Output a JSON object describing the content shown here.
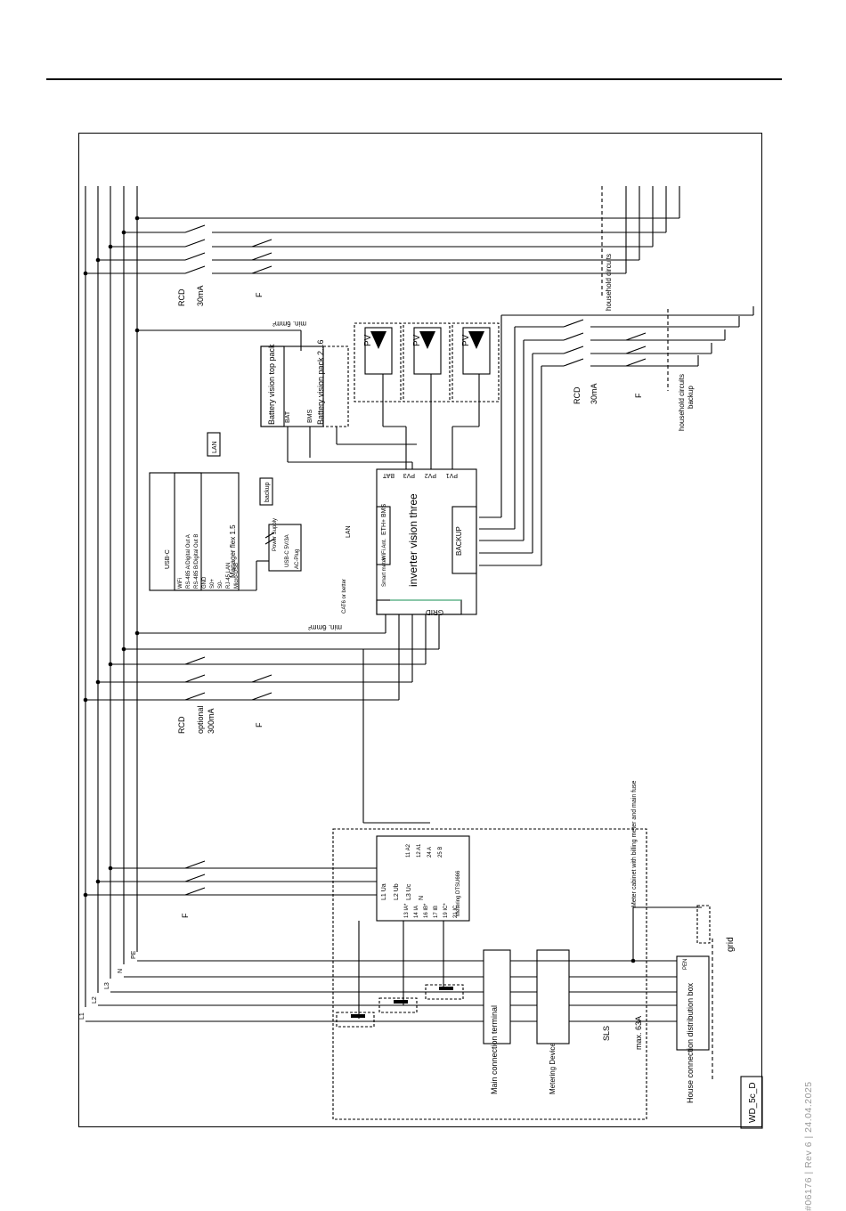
{
  "sheet_id": "WD_5c_D",
  "footer": "#06176 | Rev 6 | 24.04.2025",
  "labels": {
    "rcd": "RCD",
    "rcd_30ma": "30mA",
    "rcd_optional": "optional",
    "rcd_300ma": "300mA",
    "fuse": "F",
    "household_circuits": "household circuits",
    "household_circuits_backup_1": "household circuits",
    "household_circuits_backup_2": "backup",
    "min_6mm": "min. 6mm²",
    "battery_top": "Battery vision top pack",
    "battery_pack": "Battery vision pack 2...6",
    "pv": "PV",
    "inverter": "inverter vision three",
    "backup": "BACKUP",
    "grid_port": "GRID",
    "bat": "BAT",
    "pv1": "PV1",
    "pv2": "PV2",
    "pv3": "PV3",
    "bms": "BMS",
    "eth": "ETH+",
    "wifi_ant": "WiFi Ant.",
    "smart_meter": "Smart meter",
    "lan": "LAN",
    "backup_box": "backup",
    "cat_cable": "CAT6 or better",
    "manager": "Manager flex 1.5",
    "usb_c": "USB-C",
    "power_supply": "Power Supply",
    "usb_c_5v": "USB-C 5V/3A",
    "ac_plug": "AC-Plug",
    "metering": "Metering DTSU666",
    "meter_cabinet": "Meter cabinet with billing meter and main fuse",
    "main_terminal": "Main connection terminal",
    "metering_device": "Metering Device",
    "house_box": "House connection distribution box",
    "grid": "grid",
    "sls": "SLS",
    "max_63a": "max. 63A",
    "pe": "PE",
    "n": "N",
    "l1": "L1",
    "l2": "L2",
    "l3": "L3",
    "pen": "PEN"
  },
  "manager_ports": [
    "WiFi",
    "RS-485 A/Digital Out A",
    "RS-485 B/Digital Out B",
    "GND",
    "S0+",
    "S0-",
    "RJ-45 LAN",
    "Micro-USB"
  ],
  "meter_terminals_top": [
    "11 A2",
    "12 A1",
    "24 A",
    "25 B"
  ],
  "meter_terminals_bottom": [
    "13 IA*",
    "14 IA",
    "16 IB*",
    "17 IB",
    "19 IC*",
    "21 IC"
  ],
  "meter_inputs": [
    "L1 Ua",
    "L2 Ub",
    "L3 Uc",
    "N"
  ]
}
